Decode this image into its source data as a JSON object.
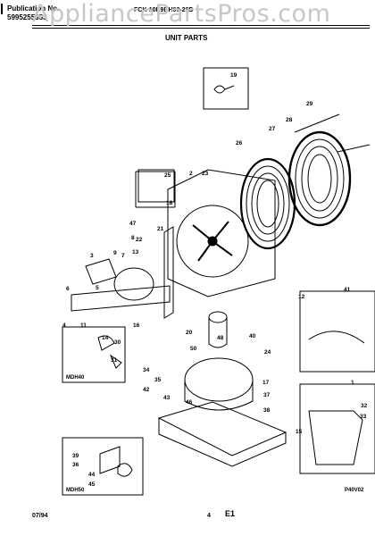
{
  "header": {
    "publication_label": "Publication No.",
    "publication_number": "5995255353",
    "model_number": "FCK-10K9DH00-29D",
    "section_title": "UNIT PARTS"
  },
  "watermark": "AppliancePartsPros.com",
  "kit_labels": {
    "top": "MDH40",
    "bottom": "MDH50"
  },
  "figure_code": "P40V02",
  "callouts": [
    "1",
    "2",
    "3",
    "4",
    "5",
    "6",
    "7",
    "8",
    "9",
    "11",
    "12",
    "13",
    "14",
    "15",
    "16",
    "17",
    "18",
    "19",
    "20",
    "21",
    "22",
    "23",
    "24",
    "25",
    "26",
    "27",
    "28",
    "29",
    "30",
    "31",
    "32",
    "33",
    "34",
    "35",
    "36",
    "37",
    "38",
    "39",
    "40",
    "41",
    "42",
    "43",
    "44",
    "45",
    "46",
    "47",
    "48",
    "50"
  ],
  "footer": {
    "date": "07/94",
    "page_number": "4",
    "section_code": "E1"
  }
}
